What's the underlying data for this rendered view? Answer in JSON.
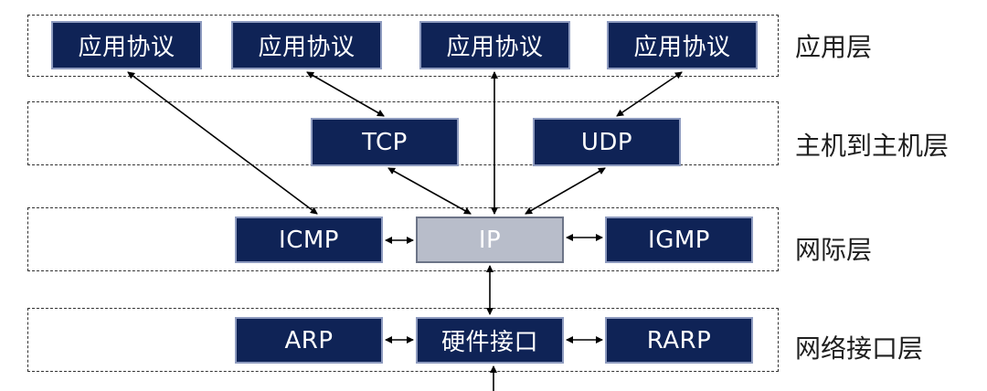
{
  "layers": {
    "application": "应用层",
    "host_to_host": "主机到主机层",
    "internet": "网际层",
    "network_interface": "网络接口层"
  },
  "boxes": {
    "app1": "应用协议",
    "app2": "应用协议",
    "app3": "应用协议",
    "app4": "应用协议",
    "tcp": "TCP",
    "udp": "UDP",
    "icmp": "ICMP",
    "ip": "IP",
    "igmp": "IGMP",
    "arp": "ARP",
    "hw": "硬件接口",
    "rarp": "RARP"
  },
  "colors": {
    "box_fill": "#0f2356",
    "ip_fill": "#b8bdca"
  }
}
